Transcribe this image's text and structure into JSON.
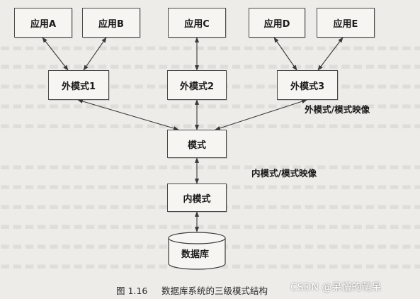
{
  "nodes": {
    "app_a": "应用A",
    "app_b": "应用B",
    "app_c": "应用C",
    "app_d": "应用D",
    "app_e": "应用E",
    "external_1": "外模式1",
    "external_2": "外模式2",
    "external_3": "外模式3",
    "schema": "模式",
    "internal": "内模式",
    "database": "数据库"
  },
  "mappings": {
    "external_schema": "外模式/模式映像",
    "schema_internal": "内模式/模式映像"
  },
  "caption": {
    "figure_number": "图 1.16",
    "figure_title": "数据库系统的三级模式结构"
  },
  "watermark": "CSDN @呆懵的萌呆"
}
